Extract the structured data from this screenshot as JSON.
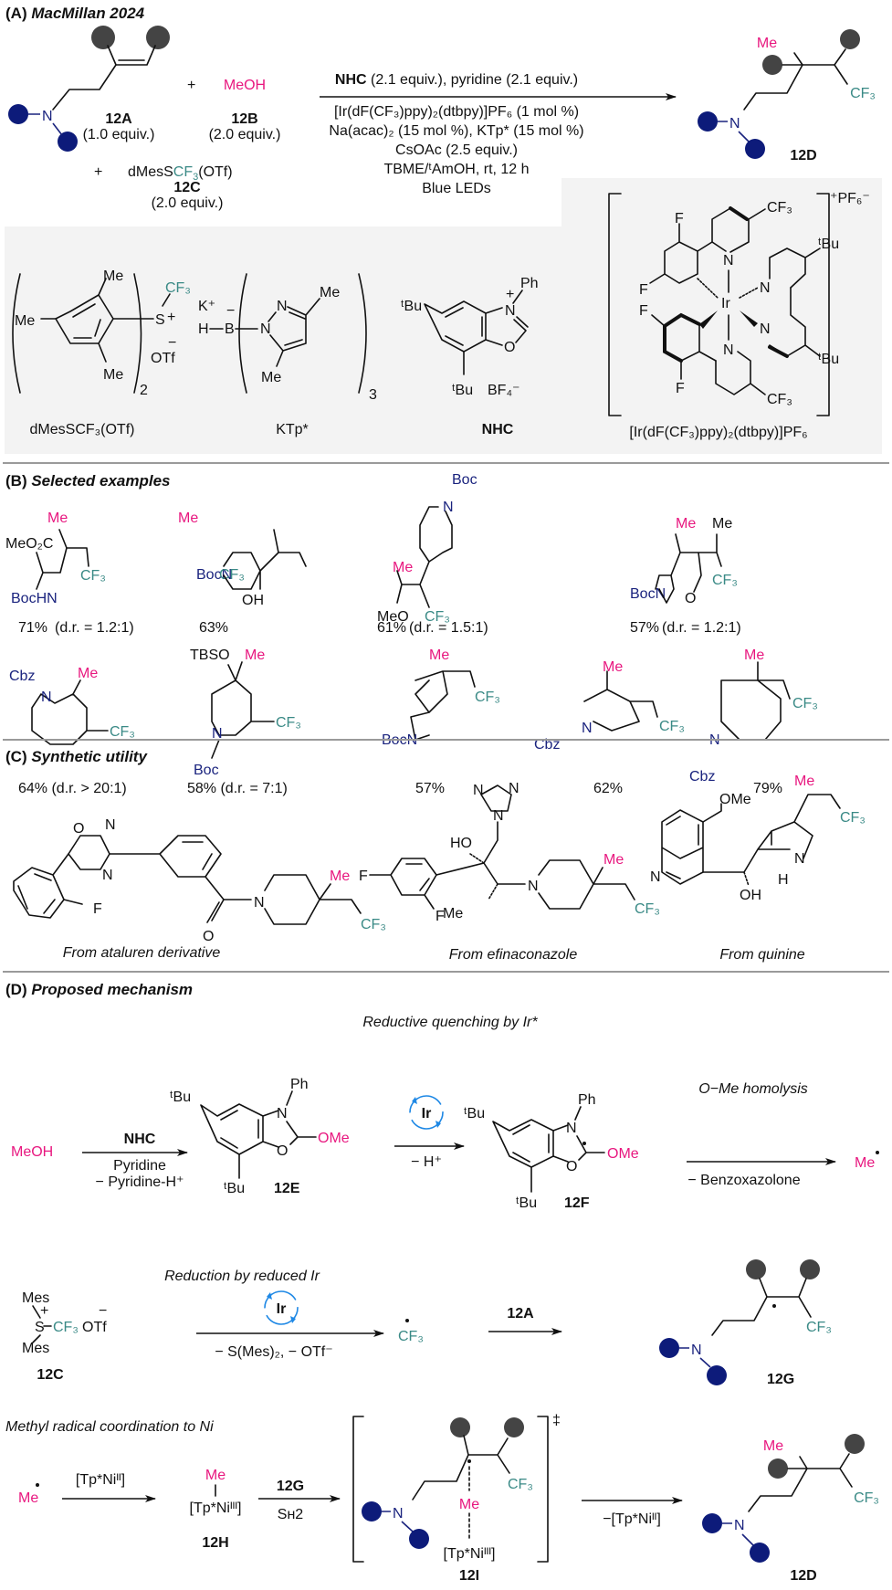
{
  "sections": {
    "a": {
      "label": "(A)",
      "title": "MacMillan 2024"
    },
    "b": {
      "label": "(B)",
      "title": "Selected examples"
    },
    "c": {
      "label": "(C)",
      "title": "Synthetic utility"
    },
    "d": {
      "label": "(D)",
      "title": "Proposed mechanism"
    }
  },
  "colors": {
    "methyl": "#e8177f",
    "cf3": "#3a8a86",
    "nitrogen": "#1a237e",
    "catalyst_cycle": "#1e88e5",
    "panel_bg": "#f3f3f3",
    "separator": "#9a9a9a"
  },
  "reaction": {
    "reactant_a": {
      "id": "12A",
      "amount": "(1.0 equiv.)",
      "atom_n": "N"
    },
    "reactant_b": {
      "id": "12B",
      "formula": "MeOH",
      "amount": "(2.0 equiv.)"
    },
    "reactant_c": {
      "id": "12C",
      "formula_prefix": "dMesS",
      "formula_cf3": "CF",
      "formula_sub": "3",
      "formula_suffix": "(OTf)",
      "amount": "(2.0 equiv.)"
    },
    "plus": "+",
    "conditions_top_bold": "NHC",
    "conditions_top_rest": " (2.1 equiv.), pyridine (2.1 equiv.)",
    "conditions": [
      "[Ir(dF(CF₃)ppy)₂(dtbpy)]PF₆ (1 mol %)",
      "Na(acac)₂ (15 mol %), KTp* (15 mol %)",
      "CsOAc (2.5 equiv.)",
      "TBME/ᵗAmOH, rt, 12 h",
      "Blue LEDs"
    ],
    "product": {
      "id": "12D",
      "me": "Me",
      "cf3": "CF₃"
    }
  },
  "reagents": [
    {
      "name": "dMesSCF₃(OTf)",
      "labels": {
        "me": "Me",
        "cf3": "CF₃",
        "s": "S",
        "charge": "+",
        "otf": "OTf",
        "neg": "−",
        "sub": "2"
      }
    },
    {
      "name": "KTp*",
      "labels": {
        "k": "K⁺",
        "hb": "H",
        "b": "B",
        "neg": "−",
        "n": "N",
        "me": "Me",
        "sub": "3"
      }
    },
    {
      "name": "NHC",
      "labels": {
        "tbu": "ᵗBu",
        "n": "N",
        "o": "O",
        "ph": "Ph",
        "plus": "+",
        "bf4": "BF₄⁻"
      }
    },
    {
      "name": "[Ir(dF(CF₃)ppy)₂(dtbpy)]PF₆",
      "labels": {
        "ir": "Ir",
        "f": "F",
        "n": "N",
        "cf3": "CF₃",
        "tbu": "ᵗBu",
        "counter": "⁺PF₆⁻"
      }
    }
  ],
  "examples": [
    {
      "yield": "71%",
      "dr": "(d.r. = 1.2:1)",
      "labels": [
        "MeO₂C",
        "BocHN",
        "Me",
        "CF₃"
      ]
    },
    {
      "yield": "63%",
      "dr": "",
      "labels": [
        "BocN",
        "OH",
        "Me",
        "CF₃"
      ]
    },
    {
      "yield": "61%",
      "dr": "(d.r. = 1.5:1)",
      "labels": [
        "Boc",
        "N",
        "Me",
        "MeO",
        "CF₃"
      ]
    },
    {
      "yield": "57%",
      "dr": "(d.r. = 1.2:1)",
      "labels": [
        "BocN",
        "O",
        "Me",
        "Me",
        "CF₃"
      ]
    },
    {
      "yield": "64%",
      "dr": "(d.r. > 20:1)",
      "labels": [
        "Cbz",
        "N",
        "Me",
        "CF₃"
      ]
    },
    {
      "yield": "58%",
      "dr": "(d.r. = 7:1)",
      "labels": [
        "TBSO",
        "Me",
        "CF₃",
        "N",
        "Boc"
      ]
    },
    {
      "yield": "57%",
      "dr": "",
      "labels": [
        "Me",
        "CF₃",
        "BocN"
      ]
    },
    {
      "yield": "62%",
      "dr": "",
      "labels": [
        "Me",
        "CF₃",
        "Cbz",
        "N"
      ]
    },
    {
      "yield": "79%",
      "dr": "",
      "labels": [
        "Me",
        "CF₃",
        "N",
        "Cbz"
      ]
    }
  ],
  "utility": [
    {
      "caption": "From ataluren derivative",
      "labels": [
        "O",
        "N",
        "N",
        "F",
        "O",
        "N",
        "Me",
        "CF₃"
      ]
    },
    {
      "caption": "From efinaconazole",
      "labels": [
        "F",
        "F",
        "HO",
        "N",
        "N",
        "N",
        "Me",
        "N",
        "Me",
        "CF₃"
      ]
    },
    {
      "caption": "From quinine",
      "labels": [
        "OMe",
        "N",
        "OH",
        "H",
        "N",
        "Me",
        "CF₃"
      ]
    }
  ],
  "mechanism": {
    "step1": {
      "heading": "Reductive quenching by Ir*",
      "start": "MeOH",
      "reagent_top": "NHC",
      "reagent_bottom_1": "Pyridine",
      "reagent_bottom_2": "− Pyridine-H⁺",
      "intermediate_e": {
        "id": "12E",
        "tbu": "ᵗBu",
        "ph": "Ph",
        "n": "N",
        "o": "O",
        "ome": "OMe"
      },
      "cycle_label": "Ir",
      "loss_h": "− H⁺",
      "intermediate_f": {
        "id": "12F",
        "tbu": "ᵗBu",
        "ph": "Ph",
        "n": "N",
        "o": "O",
        "ome": "OMe"
      },
      "homolysis_heading": "O−Me homolysis",
      "loss_benzoxazolone": "− Benzoxazolone",
      "radical": "Me"
    },
    "step2": {
      "heading": "Reduction by reduced Ir",
      "reagent": {
        "id": "12C",
        "mes": "Mes",
        "s": "S",
        "plus": "+",
        "cf3": "CF₃",
        "otf": "OTf",
        "neg": "−"
      },
      "cycle_label": "Ir",
      "loss": "− S(Mes)₂,  − OTf⁻",
      "radical": "CF₃",
      "arrow_reagent": "12A",
      "product": {
        "id": "12G",
        "cf3": "CF₃",
        "n": "N"
      }
    },
    "step3": {
      "heading": "Methyl radical coordination to Ni",
      "radical": "Me",
      "reagent_1": "[Tp*Niᴵᴵ]",
      "intermediate_h": {
        "id": "12H",
        "me": "Me",
        "complex": "[Tp*Niᴵᴵᴵ]"
      },
      "reagent_2_top": "12G",
      "reagent_2_bottom": "Sʜ2",
      "ts": {
        "id": "12I",
        "me": "Me",
        "cf3": "CF₃",
        "complex": "[Tp*Niᴵᴵᴵ]",
        "dagger": "‡",
        "n": "N"
      },
      "loss": "−[Tp*Niᴵᴵ]",
      "product": {
        "id": "12D",
        "me": "Me",
        "cf3": "CF₃",
        "n": "N"
      }
    }
  }
}
